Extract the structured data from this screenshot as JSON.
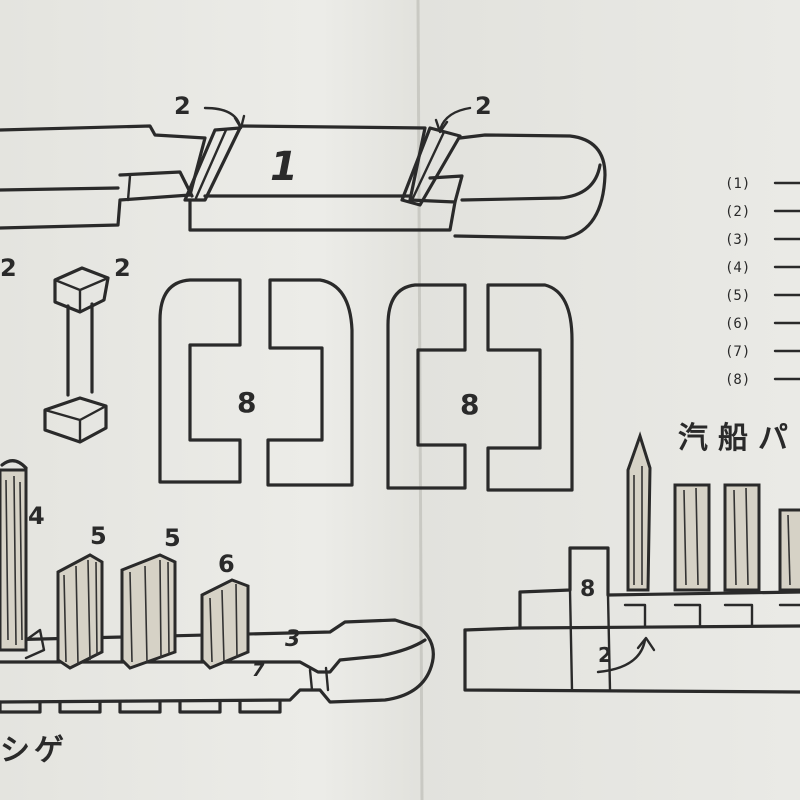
{
  "labels": {
    "part1": "1",
    "part2": "2",
    "part3": "3",
    "part4": "4",
    "part5": "5",
    "part6": "6",
    "part7": "7",
    "part8": "8"
  },
  "legend": [
    "(1)",
    "(2)",
    "(3)",
    "(4)",
    "(5)",
    "(6)",
    "(7)",
    "(8)"
  ],
  "captions": {
    "right": "汽船パ",
    "left": "シゲ"
  }
}
